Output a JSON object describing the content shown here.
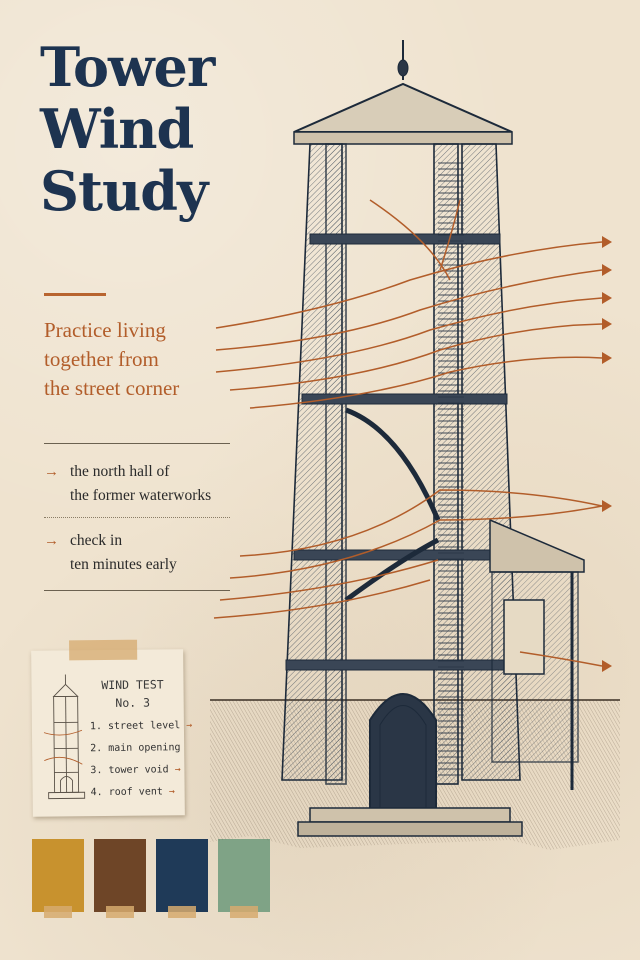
{
  "title": {
    "lines": [
      "Tower",
      "Wind",
      "Study"
    ]
  },
  "subtitle": {
    "lines": [
      "Practice living",
      "together from",
      "the street corner"
    ]
  },
  "notes": [
    {
      "arrow": "→",
      "lines": [
        "the north hall of",
        "the former waterworks"
      ]
    },
    {
      "arrow": "→",
      "lines": [
        "check in",
        "ten minutes early"
      ]
    }
  ],
  "wind_card": {
    "title_line1": "WIND TEST",
    "title_line2": "No. 3",
    "items": [
      {
        "label": "1. street level",
        "arrow": "→"
      },
      {
        "label": "2. main opening",
        "arrow": ""
      },
      {
        "label": "3. tower void",
        "arrow": "→"
      },
      {
        "label": "4. roof vent",
        "arrow": "→"
      }
    ]
  },
  "swatches": [
    "#c8922e",
    "#6e4527",
    "#1f3a58",
    "#7fa386"
  ],
  "colors": {
    "ink": "#1d3350",
    "accent": "#b25d2a",
    "paper": "#efe3cf"
  }
}
